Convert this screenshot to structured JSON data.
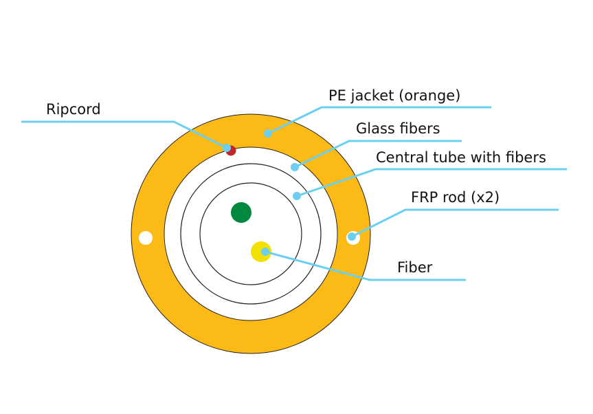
{
  "title": "Fiber optic cable cross-section",
  "colors": {
    "jacket": "#FBBA16",
    "leader": "#6CCFEF",
    "ripcord": "#C1272D",
    "fiber_green": "#00893E",
    "fiber_yellow": "#F2E100",
    "outline": "#231F20",
    "interior": "#FFFFFF"
  },
  "labels": {
    "ripcord": "Ripcord",
    "pe_jacket": "PE jacket (orange)",
    "glass_fibers": "Glass fibers",
    "central_tube": "Central tube with fibers",
    "frp_rod": "FRP rod (x2)",
    "fiber": "Fiber"
  }
}
